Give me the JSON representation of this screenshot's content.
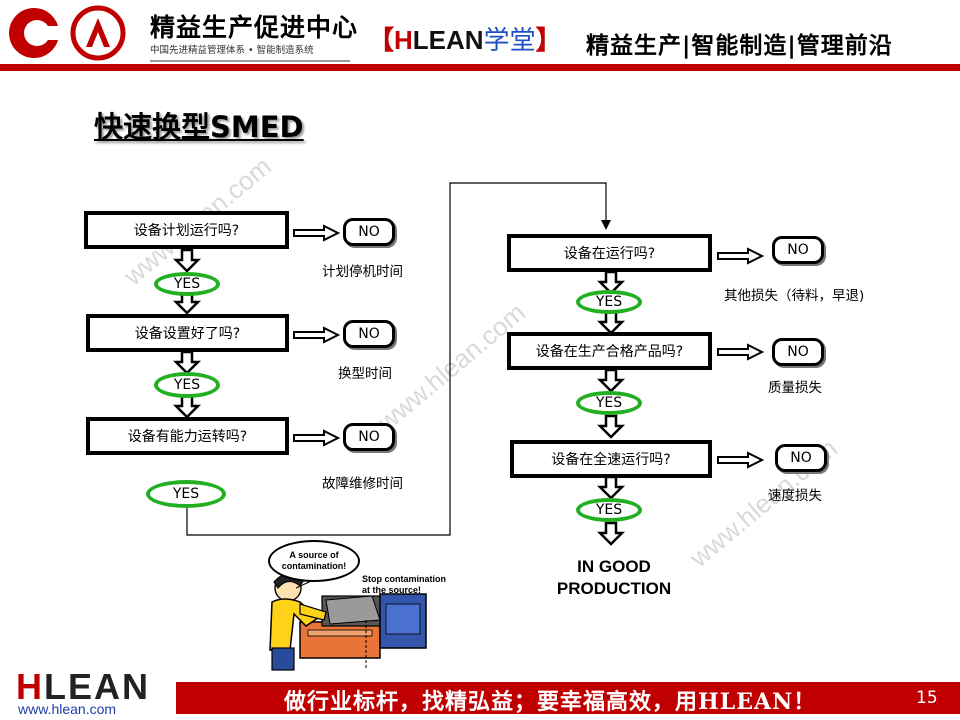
{
  "header": {
    "logo_cn": "精益生产促进中心",
    "logo_sub": "中国先进精益管理体系 • 智能制造系统",
    "tag_open": "【",
    "tag_h": "H",
    "tag_rest": "LEAN",
    "tag_cn": "学堂",
    "tag_close": "】",
    "tagline": "精益生产|智能制造|管理前沿"
  },
  "title": "快速换型SMED",
  "watermark": "www.hlean.com",
  "flow": {
    "left": [
      {
        "question": "设备计划运行吗?",
        "yes": "YES",
        "no": "NO",
        "loss": "计划停机时间"
      },
      {
        "question": "设备设置好了吗?",
        "yes": "YES",
        "no": "NO",
        "loss": "换型时间"
      },
      {
        "question": "设备有能力运转吗?",
        "yes": "YES",
        "no": "NO",
        "loss": "故障维修时间"
      }
    ],
    "right": [
      {
        "question": "设备在运行吗?",
        "yes": "YES",
        "no": "NO",
        "loss": "其他损失（待料，早退)"
      },
      {
        "question": "设备在生产合格产品吗?",
        "yes": "YES",
        "no": "NO",
        "loss": "质量损失"
      },
      {
        "question": "设备在全速运行吗?",
        "yes": "YES",
        "no": "NO",
        "loss": "速度损失"
      }
    ],
    "result_line1": "IN GOOD",
    "result_line2": "PRODUCTION"
  },
  "cartoon": {
    "bubble1": "A source of contamination!",
    "bubble2_line1": "Stop contamination",
    "bubble2_line2": "at the source!"
  },
  "footer": {
    "logo_h": "H",
    "logo_rest": "LEAN",
    "url": "www.hlean.com",
    "slogan": "做行业标杆，找精弘益；要幸福高效，用HLEAN！",
    "page": "15"
  },
  "colors": {
    "brand_red": "#c00000",
    "yes_green": "#22b022",
    "tag_blue": "#1f4fc4"
  }
}
